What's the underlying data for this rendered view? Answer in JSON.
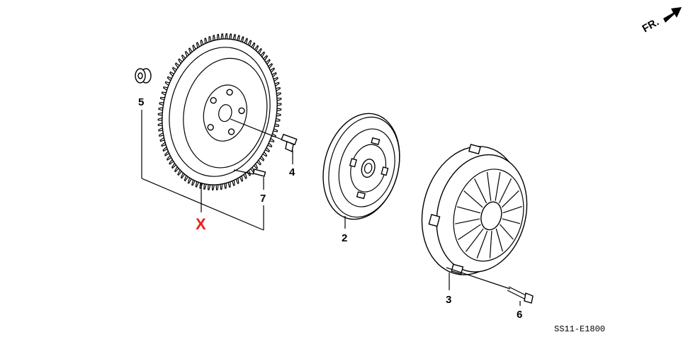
{
  "direction_indicator": {
    "label": "FR.",
    "icon": "arrow-icon"
  },
  "callouts": [
    {
      "id": "flywheel",
      "label": "X",
      "color": "#e8201c"
    },
    {
      "id": "clutch-disc",
      "label": "2"
    },
    {
      "id": "pressure-plate",
      "label": "3"
    },
    {
      "id": "flywheel-bolt",
      "label": "4"
    },
    {
      "id": "pilot-bearing",
      "label": "5"
    },
    {
      "id": "pressure-plate-bolt",
      "label": "6"
    },
    {
      "id": "dowel-pin",
      "label": "7"
    }
  ],
  "diagram_code": "SS11-E1800"
}
